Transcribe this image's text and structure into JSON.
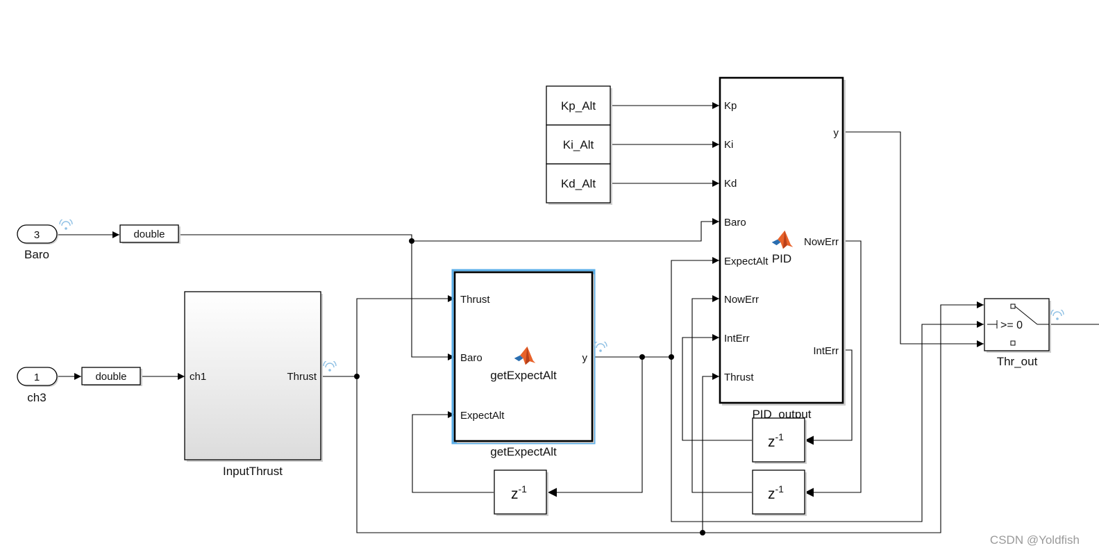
{
  "inports": [
    {
      "number": "3",
      "name": "Baro"
    },
    {
      "number": "1",
      "name": "ch3"
    }
  ],
  "converters": {
    "baro": "double",
    "ch3": "double"
  },
  "constants": {
    "kp": "Kp_Alt",
    "ki": "Ki_Alt",
    "kd": "Kd_Alt"
  },
  "input_thrust": {
    "name": "InputThrust",
    "in_port": "ch1",
    "out_port": "Thrust"
  },
  "get_expect_alt": {
    "name": "getExpectAlt",
    "function_name": "getExpectAlt",
    "inputs": [
      "Thrust",
      "Baro",
      "ExpectAlt"
    ],
    "output": "y"
  },
  "pid": {
    "name": "PID_output",
    "function_name": "PID",
    "inputs": [
      "Kp",
      "Ki",
      "Kd",
      "Baro",
      "ExpectAlt",
      "NowErr",
      "IntErr",
      "Thrust"
    ],
    "outputs": [
      "y",
      "NowErr",
      "IntErr"
    ]
  },
  "delays": {
    "label": "z",
    "exponent": "-1"
  },
  "switch": {
    "name": "Thr_out",
    "criteria": ">= 0"
  },
  "watermark": "CSDN @Yoldfish",
  "colors": {
    "selection": "#5aaee8",
    "matlab_orange": "#e8622a",
    "signal_icon": "#8ec0e4"
  }
}
